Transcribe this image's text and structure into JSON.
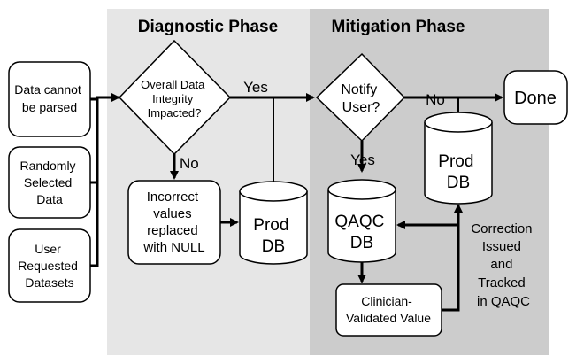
{
  "phases": {
    "diagnostic": "Diagnostic Phase",
    "mitigation": "Mitigation Phase"
  },
  "sources": [
    [
      "Data cannot",
      "be parsed"
    ],
    [
      "Randomly",
      "Selected",
      "Data"
    ],
    [
      "User",
      "Requested",
      "Datasets"
    ]
  ],
  "decisions": {
    "integrity": [
      "Overall Data",
      "Integrity",
      "Impacted?"
    ],
    "notify": [
      "Notify",
      "User?"
    ]
  },
  "edges": {
    "integrity_yes": "Yes",
    "integrity_no": "No",
    "notify_yes": "Yes",
    "notify_no": "No",
    "correction": [
      "Correction",
      "Issued",
      "and",
      "Tracked",
      "in QAQC"
    ]
  },
  "processes": {
    "replace_null": [
      "Incorrect",
      "values",
      "replaced",
      "with NULL"
    ],
    "clinician": [
      "Clinician-",
      "Validated Value"
    ],
    "done": "Done"
  },
  "databases": {
    "prod_left": [
      "Prod",
      "DB"
    ],
    "prod_right": [
      "Prod",
      "DB"
    ],
    "qaqc": [
      "QAQC",
      "DB"
    ]
  }
}
